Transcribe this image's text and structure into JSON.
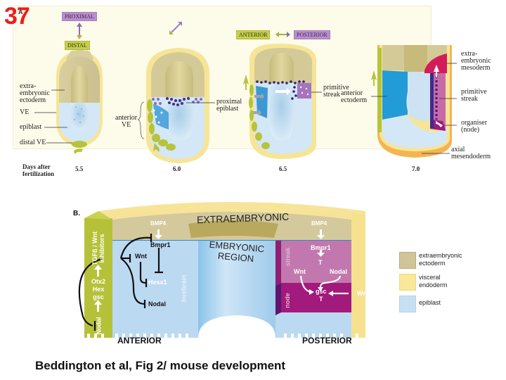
{
  "slide_number": "37",
  "panel_a": {
    "label": "A",
    "axis_tags": {
      "proximal": "PROXIMAL",
      "distal": "DISTAL",
      "anterior": "ANTERIOR",
      "posterior": "POSTERIOR"
    },
    "days_label": [
      "Days after",
      "fertilization"
    ],
    "stages": [
      "5.5",
      "6.0",
      "6.5",
      "7.0"
    ],
    "labels_55": {
      "extraembryonic_ectoderm": [
        "extra-",
        "embryonic",
        "ectoderm"
      ],
      "ve": "VE",
      "epiblast": "epiblast",
      "distal_ve": "distal VE"
    },
    "labels_60": {
      "anterior_ve": [
        "anterior",
        "VE"
      ],
      "proximal_epiblast": [
        "proximal",
        "epiblast"
      ]
    },
    "labels_65": {
      "primitive_streak": [
        "primitive",
        "streak"
      ]
    },
    "labels_70": {
      "anterior_ectoderm": [
        "anterior",
        "ectoderm"
      ],
      "extraembryonic_mesoderm": [
        "extra-",
        "embryonic",
        "mesoderm"
      ],
      "primitive_streak": [
        "primitive",
        "streak"
      ],
      "organiser": [
        "organiser",
        "(node)"
      ],
      "axial_mesendoderm": [
        "axial",
        "mesendoderm"
      ]
    }
  },
  "panel_b": {
    "label": "B.",
    "extraembryonic": "EXTRAEMBRYONIC",
    "embryonic_region": [
      "EMBRYONIC",
      "REGION"
    ],
    "anterior": "ANTERIOR",
    "posterior": "POSTERIOR",
    "anterior_column": {
      "tgf_wnt": [
        "TGFß / Wnt",
        "inhibitors"
      ],
      "otx2": "Otx2",
      "hex": "Hex",
      "gsc": "gsc",
      "nodal": "Nodal"
    },
    "anterior_signals": {
      "bmp4": "BMP4",
      "bmpr1": "Bmpr1",
      "wnt": "Wnt",
      "hesx1": "Hesx1",
      "nodal": "Nodal",
      "forebrain": "forebrain"
    },
    "posterior_signals": {
      "bmp4": "BMP4",
      "bmpr1": "Bmpr1",
      "t1": "T",
      "streak": "streak",
      "node": "node",
      "wnt": "Wnt",
      "nodal": "Nodal",
      "gsc": "gsc",
      "t2": "T",
      "wnt_q": "Wnt ?"
    },
    "legend": [
      {
        "label": [
          "extraembryonic",
          "ectoderm"
        ],
        "color": "#cfc597"
      },
      {
        "label": [
          "visceral",
          "endoderm"
        ],
        "color": "#f9e79a"
      },
      {
        "label": [
          "epiblast"
        ],
        "color": "#c8e0f3"
      }
    ]
  },
  "caption": "Beddington et al, Fig 2/ mouse development"
}
